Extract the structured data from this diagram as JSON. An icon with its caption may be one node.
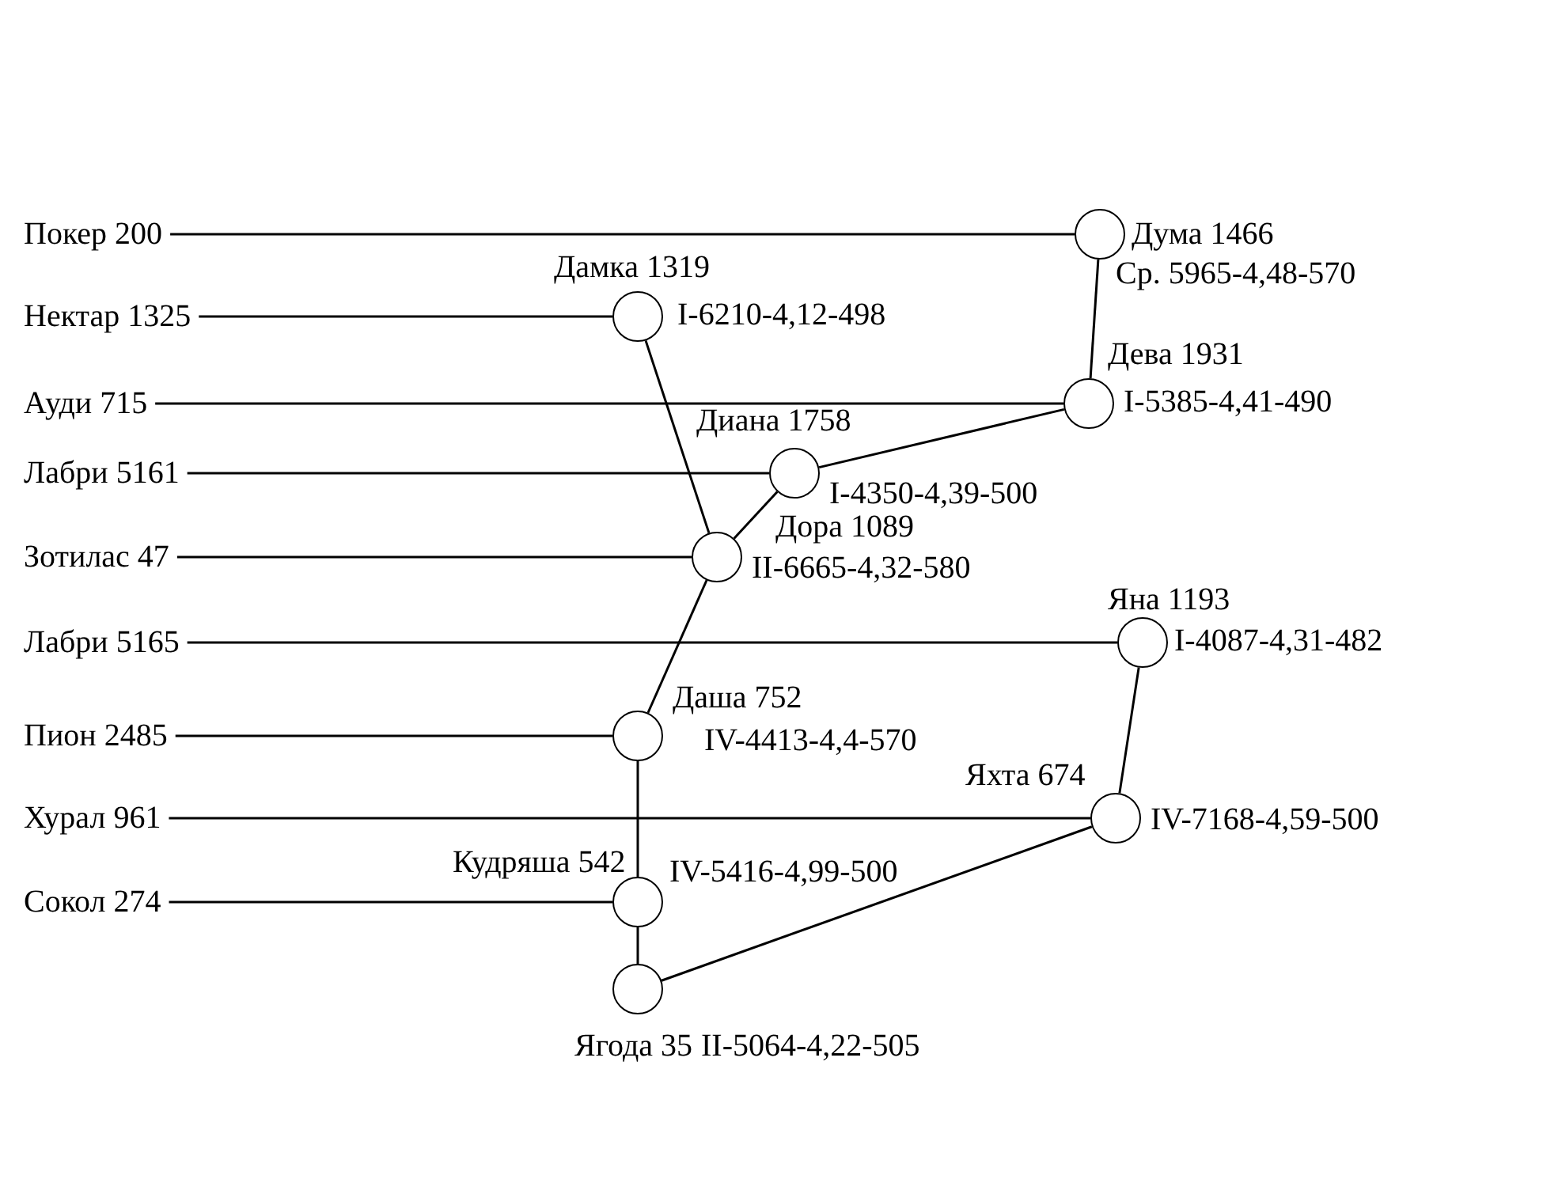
{
  "diagram": {
    "nodes": [
      {
        "text": [
          "Покер 200"
        ]
      },
      {
        "text": [],
        "shape": "circle",
        "beside": [
          "Дума 1466",
          "Ср. 5965-4,48-570"
        ]
      },
      {
        "text": [
          "Нектар 1325"
        ]
      },
      {
        "text": [],
        "shape": "circle",
        "beside": [
          "Дамка 1319",
          "I-6210-4,12-498"
        ]
      },
      {
        "text": [
          "Ауди 715"
        ]
      },
      {
        "text": [],
        "shape": "circle",
        "beside": [
          "Дева 1931",
          "I-5385-4,41-490"
        ]
      },
      {
        "text": [
          "Лабри 5161"
        ]
      },
      {
        "text": [],
        "shape": "circle",
        "beside": [
          "Диана 1758",
          "I-4350-4,39-500"
        ]
      },
      {
        "text": [
          "Зотилас 47"
        ]
      },
      {
        "text": [],
        "shape": "circle",
        "beside": [
          "Дора 1089",
          "II-6665-4,32-580"
        ]
      },
      {
        "text": [
          "Лабри 5165"
        ]
      },
      {
        "text": [],
        "shape": "circle",
        "beside": [
          "Яна 1193",
          "I-4087-4,31-482"
        ]
      },
      {
        "text": [
          "Пион 2485"
        ]
      },
      {
        "text": [],
        "shape": "circle",
        "beside": [
          "Даша 752",
          "IV-4413-4,4-570"
        ]
      },
      {
        "text": [
          "Хурал 961"
        ]
      },
      {
        "text": [],
        "shape": "circle",
        "beside": [
          "Яхта 674",
          "IV-7168-4,59-500"
        ]
      },
      {
        "text": [
          "Сокол 274"
        ]
      },
      {
        "text": [],
        "shape": "circle",
        "beside": [
          "Кудряша 542",
          "IV-5416-4,99-500"
        ]
      },
      {
        "text": [],
        "shape": "circle",
        "beside": [
          "Ягода 35",
          "II-5064-4,22-505"
        ]
      }
    ],
    "edges": [
      {
        "from": 0,
        "to": 1,
        "arrow": "none"
      },
      {
        "from": 2,
        "to": 3,
        "arrow": "none"
      },
      {
        "from": 4,
        "to": 5,
        "arrow": "none"
      },
      {
        "from": 6,
        "to": 7,
        "arrow": "none"
      },
      {
        "from": 8,
        "to": 9,
        "arrow": "none"
      },
      {
        "from": 10,
        "to": 11,
        "arrow": "none"
      },
      {
        "from": 12,
        "to": 13,
        "arrow": "none"
      },
      {
        "from": 14,
        "to": 15,
        "arrow": "none"
      },
      {
        "from": 16,
        "to": 17,
        "arrow": "none"
      },
      {
        "from": 1,
        "to": 5,
        "arrow": "none"
      },
      {
        "from": 3,
        "to": 9,
        "arrow": "none"
      },
      {
        "from": 5,
        "to": 7,
        "arrow": "none"
      },
      {
        "from": 7,
        "to": 9,
        "arrow": "none"
      },
      {
        "from": 9,
        "to": 13,
        "arrow": "none"
      },
      {
        "from": 13,
        "to": 17,
        "arrow": "none"
      },
      {
        "from": 17,
        "to": 18,
        "arrow": "none"
      },
      {
        "from": 11,
        "to": 15,
        "arrow": "none"
      },
      {
        "from": 15,
        "to": 18,
        "arrow": "none"
      }
    ]
  }
}
